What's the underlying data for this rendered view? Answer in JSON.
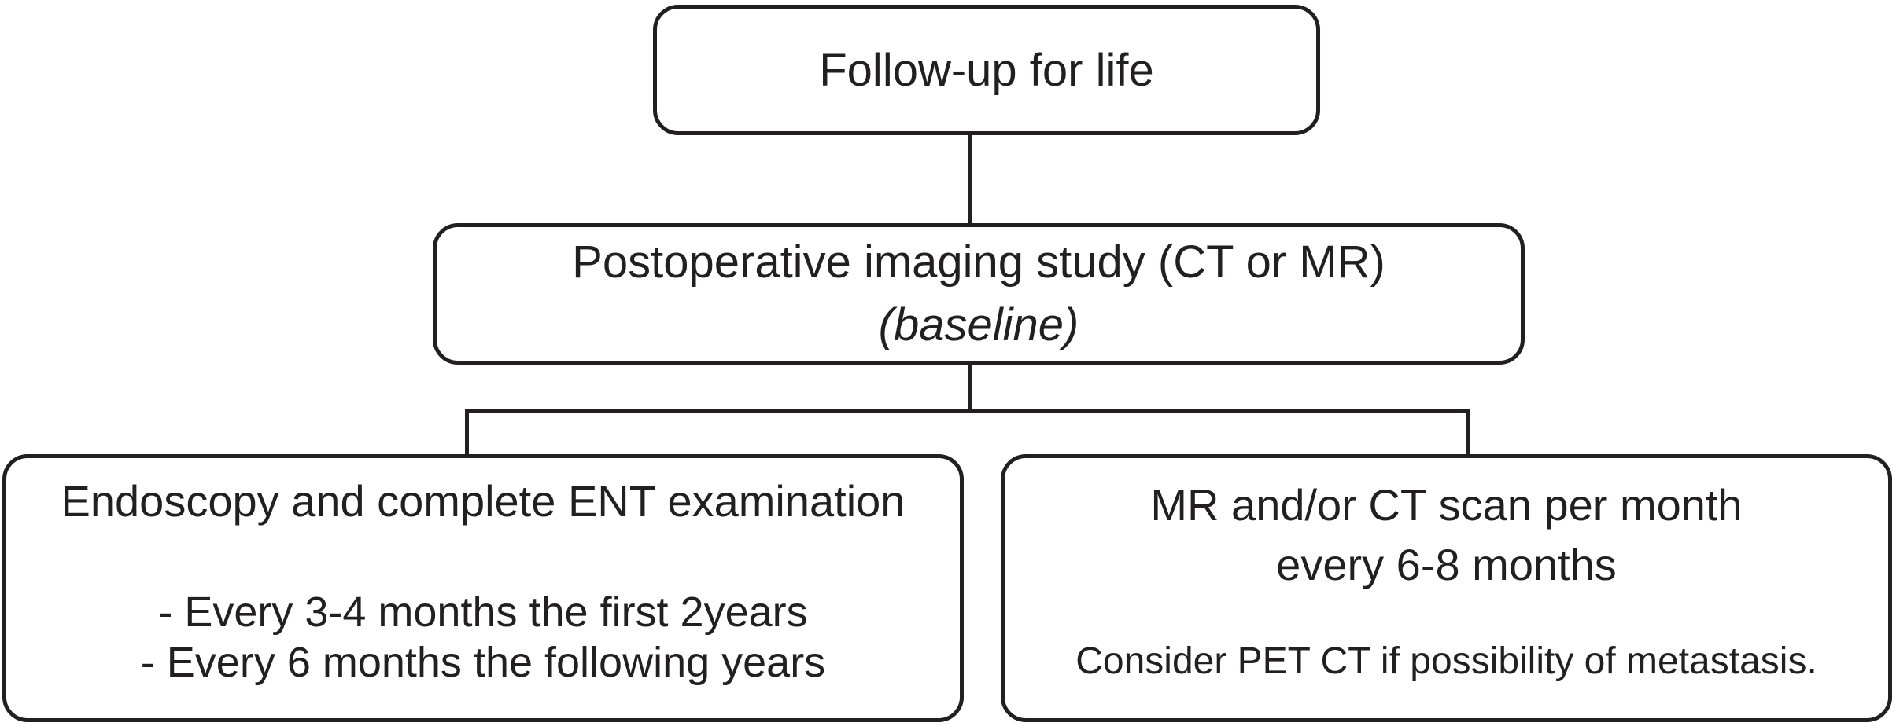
{
  "diagram": {
    "type": "flowchart",
    "colors": {
      "ink": "#231f20",
      "background": "#ffffff"
    },
    "nodes": {
      "follow_up": {
        "label": "Follow-up for life"
      },
      "postoperative_imaging": {
        "line1": "Postoperative imaging study (CT or MR)",
        "line2": "(baseline)"
      },
      "endoscopy": {
        "title": "Endoscopy and complete ENT examination",
        "bullets": [
          "- Every 3-4 months the first 2years",
          "- Every 6 months the following years"
        ]
      },
      "mr_ct": {
        "line1": "MR and/or CT scan per month",
        "line2": "every 6-8 months",
        "note": "Consider PET CT if possibility of metastasis."
      }
    }
  }
}
